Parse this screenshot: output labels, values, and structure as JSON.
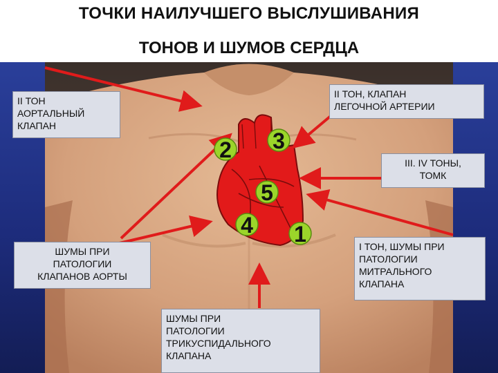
{
  "title": {
    "line1": "ТОЧКИ НАИЛУЧШЕГО ВЫСЛУШИВАНИЯ",
    "line2": "ТОНОВ  И ШУМОВ СЕРДЦА"
  },
  "points": {
    "p1": "1",
    "p2": "2",
    "p3": "3",
    "p4": "4",
    "p5": "5"
  },
  "labels": {
    "aortic_line1": "II ТОН",
    "aortic_line2": "АОРТАЛЬНЫЙ",
    "aortic_line3": "КЛАПАН",
    "pulmonary_line1": "II ТОН, КЛАПАН",
    "pulmonary_line2": "ЛЕГОЧНОЙ  АРТЕРИИ",
    "tones_line1": "III. IV ТОНЫ,",
    "tones_line2": "ТОМК",
    "aortic_murmur_line1": "ШУМЫ ПРИ",
    "aortic_murmur_line2": "ПАТОЛОГИИ",
    "aortic_murmur_line3": "КЛАПАНОВ АОРТЫ",
    "mitral_line1": "I ТОН, ШУМЫ ПРИ",
    "mitral_line2": "ПАТОЛОГИИ",
    "mitral_line3": "МИТРАЛЬНОГО",
    "mitral_line4": "КЛАПАНА",
    "tricuspid_line1": "ШУМЫ ПРИ",
    "tricuspid_line2": "ПАТОЛОГИИ",
    "tricuspid_line3": "ТРИКУСПИДАЛЬНОГО",
    "tricuspid_line4": "КЛАПАНА"
  },
  "colors": {
    "arrow": "#e01b1b",
    "heart": "#e21a1a",
    "marker": "#9bd52a",
    "skin": "#d8a883",
    "frame": "#1d2c7c",
    "label_bg": "#dcdfe8"
  }
}
